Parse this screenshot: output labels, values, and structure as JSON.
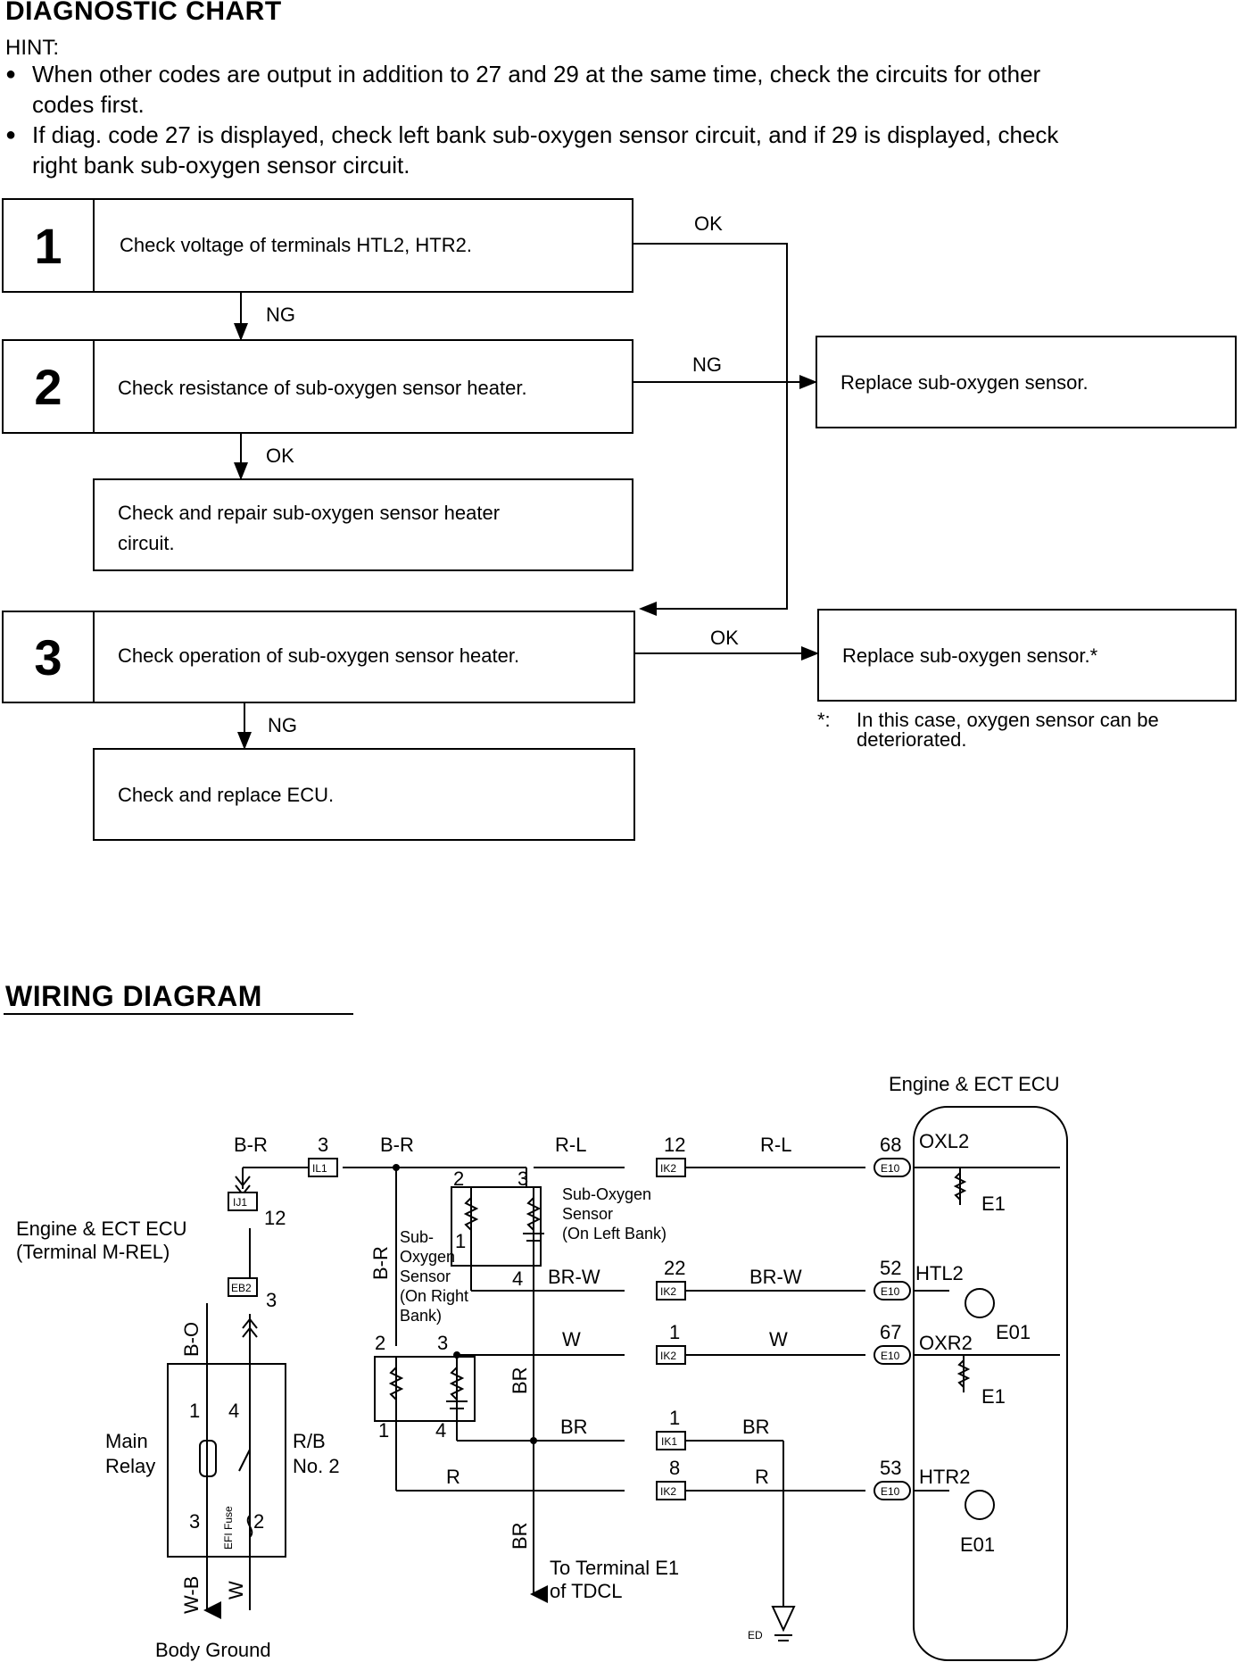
{
  "chart": {
    "title": "DIAGNOSTIC CHART",
    "hint_label": "HINT:",
    "hints": [
      [
        "When other codes are output in addition to 27 and 29 at the same time, check the circuits for other",
        "codes first."
      ],
      [
        "If diag. code 27 is displayed, check left bank sub-oxygen sensor circuit, and if 29 is displayed, check",
        "right bank sub-oxygen sensor circuit."
      ]
    ],
    "steps": [
      {
        "num": "1",
        "text": "Check voltage of terminals HTL2, HTR2."
      },
      {
        "num": "2",
        "text": "Check resistance of sub-oxygen sensor heater."
      },
      {
        "num": "3",
        "text": "Check operation of sub-oxygen sensor heater."
      }
    ],
    "actions": {
      "repair_line1": "Check and repair sub-oxygen sensor heater",
      "repair_line2": "circuit.",
      "replace_ecu": "Check and replace ECU.",
      "replace_sensor": "Replace sub-oxygen sensor.",
      "replace_sensor_star": "Replace sub-oxygen sensor.*"
    },
    "flow_labels": {
      "ok1": "OK",
      "ng1": "NG",
      "ng2": "NG",
      "ok2": "OK",
      "ok3": "OK",
      "ng3": "NG"
    },
    "footnote": {
      "mark": "*:",
      "line1": "In this case, oxygen sensor can be",
      "line2": "deteriorated."
    }
  },
  "wiring": {
    "title": "WIRING DIAGRAM",
    "ecu_title": "Engine & ECT ECU",
    "ecu_ref_line1": "Engine & ECT ECU",
    "ecu_ref_line2": "(Terminal M-REL)",
    "main_relay_line1": "Main",
    "main_relay_line2": "Relay",
    "rb_line1": "R/B",
    "rb_line2": "No. 2",
    "efi_fuse": "EFI Fuse",
    "body_ground": "Body Ground",
    "to_terminal_line1": "To Terminal E1",
    "to_terminal_line2": "of TDCL",
    "left_sensor": [
      "Sub-Oxygen",
      "Sensor",
      "(On Left Bank)"
    ],
    "right_sensor": [
      "Sub-",
      "Oxygen",
      "Sensor",
      "(On Right",
      "Bank)"
    ],
    "wire_colors": {
      "br": "B-R",
      "rl": "R-L",
      "brw": "BR-W",
      "w": "W",
      "brn": "BR",
      "r": "R",
      "bo": "B-O",
      "wb": "W-B"
    },
    "connectors": {
      "il1": "IL1",
      "ij1": "IJ1",
      "eb2": "EB2",
      "ik2": "IK2",
      "ik1": "IK1",
      "e10": "E10",
      "ed": "ED"
    },
    "pins": {
      "p3": "3",
      "p12": "12",
      "p22": "22",
      "p1": "1",
      "p8": "8",
      "p2": "2",
      "p4": "4",
      "e68": "68",
      "e52": "52",
      "e67": "67",
      "e53": "53"
    },
    "ecu_terms": {
      "oxl2": "OXL2",
      "htl2": "HTL2",
      "oxr2": "OXR2",
      "htr2": "HTR2",
      "e1": "E1",
      "e01": "E01"
    }
  }
}
